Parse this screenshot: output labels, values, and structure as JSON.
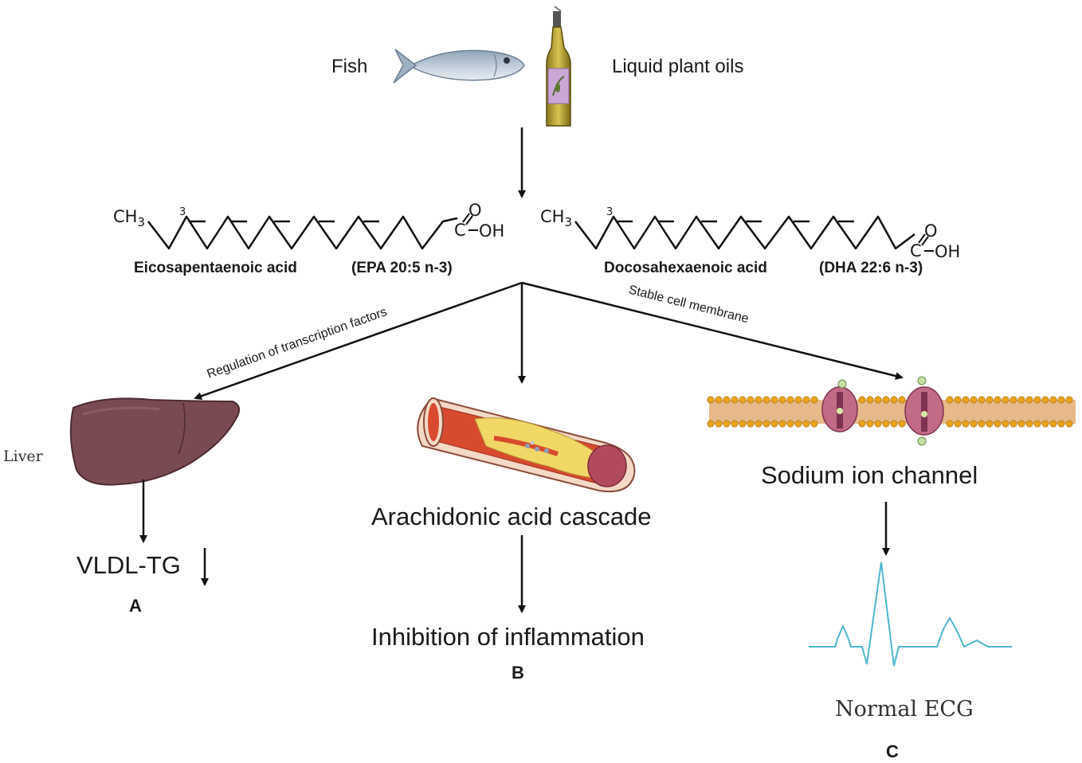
{
  "sources": {
    "fish": "Fish",
    "oils": "Liquid plant oils"
  },
  "molecules": {
    "epa": {
      "ch3": "CH",
      "sub3": "3",
      "pos": "3",
      "cooh_c": "C",
      "cooh_o": "O",
      "cooh_oh": "OH",
      "name": "Eicosapentaenoic acid",
      "abbr": "(EPA 20:5 n-3)"
    },
    "dha": {
      "ch3": "CH",
      "sub3": "3",
      "pos": "3",
      "cooh_c": "C",
      "cooh_o": "O",
      "cooh_oh": "OH",
      "name": "Docosahexaenoic acid",
      "abbr": "(DHA 22:6 n-3)"
    }
  },
  "pathways": {
    "left": "Regulation of transcription factors",
    "right": "Stable cell membrane"
  },
  "panel_a": {
    "organ": "Liver",
    "result": "VLDL-TG",
    "letter": "A"
  },
  "panel_b": {
    "title": "Arachidonic acid cascade",
    "result": "Inhibition of inflammation",
    "letter": "B"
  },
  "panel_c": {
    "title": "Sodium ion channel",
    "result": "Normal ECG",
    "letter": "C"
  },
  "colors": {
    "liver": "#7a4a52",
    "vessel_wall": "#f3d9c6",
    "blood": "#d84a2e",
    "plaque": "#f1d765",
    "membrane": "#e8a94a",
    "channel": "#c26b86",
    "ecg": "#4db6d0"
  }
}
